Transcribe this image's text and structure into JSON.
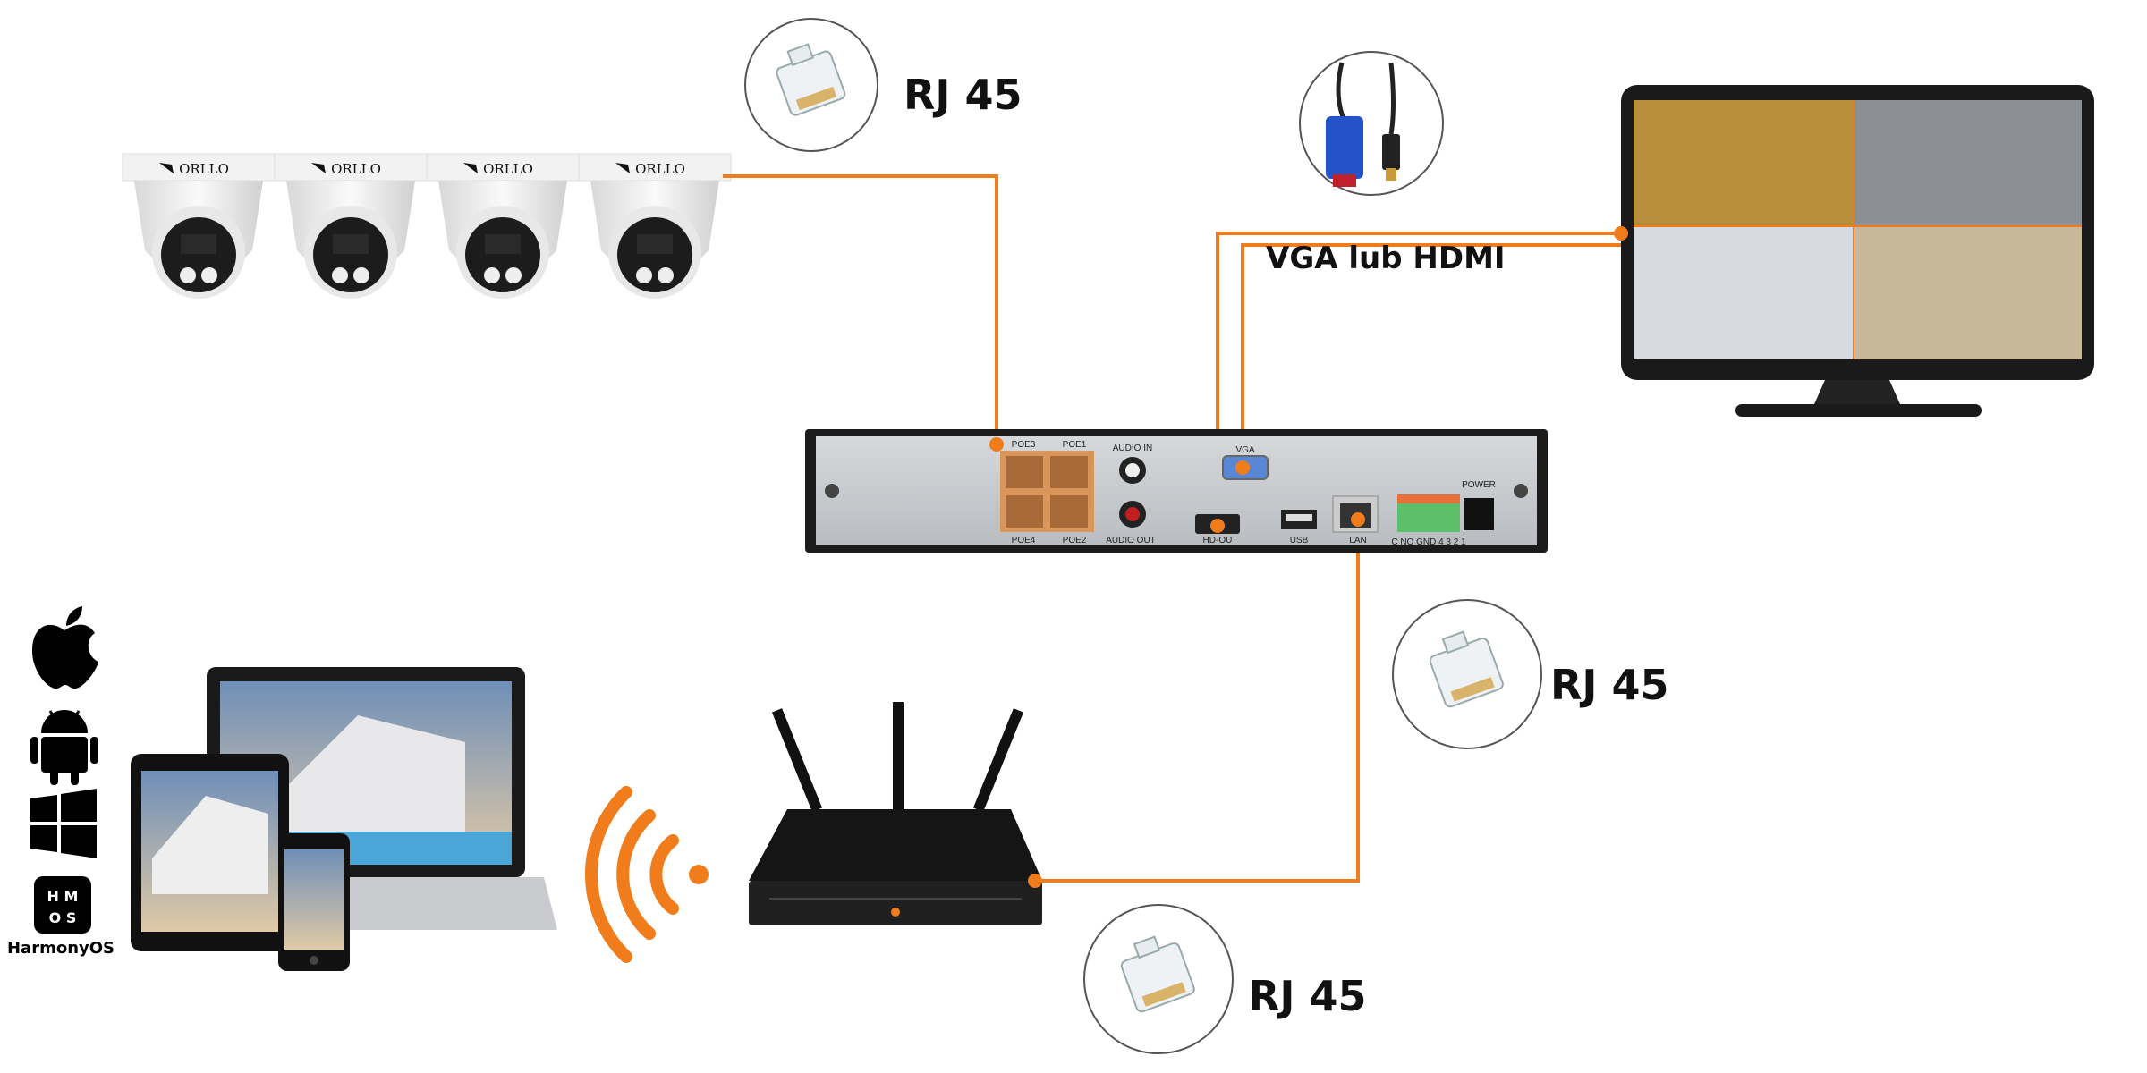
{
  "colors": {
    "cable": "#f07c1c",
    "router_led": "#f07c1c",
    "poe_block": "#d9955a",
    "terminal": "#5cbf6a"
  },
  "cameras": {
    "count": 4,
    "brand": "ORLLO"
  },
  "labels": {
    "rj45_top": "RJ 45",
    "rj45_right": "RJ 45",
    "rj45_bottom": "RJ 45",
    "video_out": "VGA lub HDMI"
  },
  "nvr": {
    "ports": {
      "poe3": "POE3",
      "poe1": "POE1",
      "poe4": "POE4",
      "poe2": "POE2",
      "audio_in": "AUDIO IN",
      "audio_out": "AUDIO OUT",
      "vga": "VGA",
      "hd_out": "HD-OUT",
      "usb": "USB",
      "lan": "LAN",
      "alarm": "C NO GND 4 3 2 1",
      "power": "POWER"
    }
  },
  "os_icons": [
    "apple-icon",
    "android-icon",
    "windows-icon",
    "harmonyos-icon"
  ],
  "harmony": {
    "logo_letters": "H M O S",
    "name": "HarmonyOS"
  }
}
